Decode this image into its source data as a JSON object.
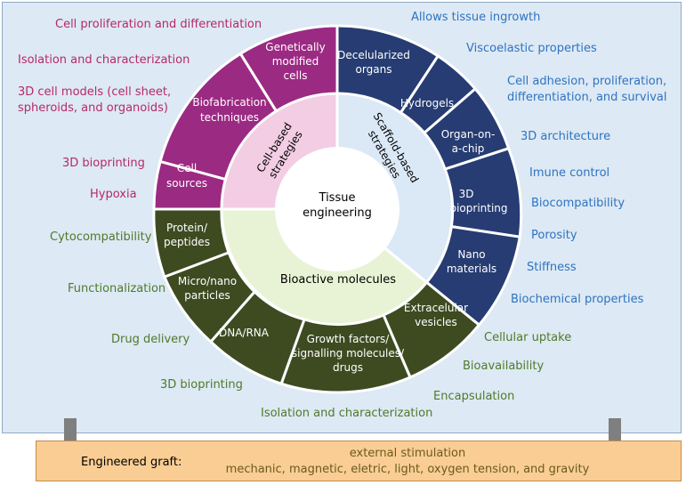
{
  "center": {
    "line1": "Tissue",
    "line2": "engineering"
  },
  "categories": {
    "cell": {
      "line1": "Cell-based",
      "line2": "strategies"
    },
    "scaffold": {
      "line1": "Scaffold-based",
      "line2": "strategies"
    },
    "bioactive": {
      "label": "Bioactive molecules"
    }
  },
  "segments": {
    "cell_sources": {
      "line1": "Cell",
      "line2": "sources"
    },
    "biofabrication": {
      "line1": "Biofabrication",
      "line2": "techniques"
    },
    "genetically_modified": {
      "line1": "Genetically",
      "line2": "modified",
      "line3": "cells"
    },
    "decellularized": {
      "line1": "Decelularized",
      "line2": "organs"
    },
    "hydrogels": {
      "line1": "Hydrogels"
    },
    "organ_on_chip": {
      "line1": "Organ-on-",
      "line2": "a-chip"
    },
    "bioprinting_3d": {
      "line1": "3D",
      "line2": "bioprinting"
    },
    "nano_materials": {
      "line1": "Nano",
      "line2": "materials"
    },
    "extracellular_vesicles": {
      "line1": "Extracelular",
      "line2": "vesicles"
    },
    "growth_factors": {
      "line1": "Growth factors/",
      "line2": "signalling molecules/",
      "line3": "drugs"
    },
    "dna_rna": {
      "line1": "DNA/RNA"
    },
    "micro_nano": {
      "line1": "Micro/nano",
      "line2": "particles"
    },
    "protein_peptides": {
      "line1": "Protein/",
      "line2": "peptides"
    }
  },
  "labels": {
    "cell_prolif_diff": "Cell proliferation and differentiation",
    "isolation_char_top": "Isolation and characterization",
    "models_3d_line1": "3D cell models (cell sheet,",
    "models_3d_line2": "spheroids, and organoids)",
    "bioprinting_pink": "3D bioprinting",
    "hypoxia": "Hypoxia",
    "tissue_ingrowth": "Allows tissue ingrowth",
    "viscoelastic": "Viscoelastic properties",
    "adhesion_line1": "Cell adhesion, proliferation,",
    "adhesion_line2": "differentiation, and survival",
    "architecture_3d": "3D architecture",
    "imune_control": "Imune control",
    "biocompatibility": "Biocompatibility",
    "porosity": "Porosity",
    "stiffness": "Stiffness",
    "biochemical": "Biochemical properties",
    "cytocompatibility": "Cytocompatibility",
    "functionalization": "Functionalization",
    "drug_delivery": "Drug delivery",
    "bioprinting_green": "3D bioprinting",
    "isolation_char_bottom": "Isolation and characterization",
    "encapsulation": "Encapsulation",
    "bioavailability": "Bioavailability",
    "cellular_uptake": "Cellular uptake"
  },
  "footer": {
    "graft": "Engineered graft:",
    "stim_line1": "external stimulation",
    "stim_line2": "mechanic, magnetic, eletric, light, oxygen tension, and gravity"
  },
  "colors": {
    "panel": "#dde9f4",
    "pink_dark": "#9b2a82",
    "pink_light": "#f2cde3",
    "blue_dark": "#263c72",
    "blue_light": "#dbe8f6",
    "green_dark": "#3e4b21",
    "green_light": "#e8f3d6",
    "footer": "#f9cd94"
  }
}
